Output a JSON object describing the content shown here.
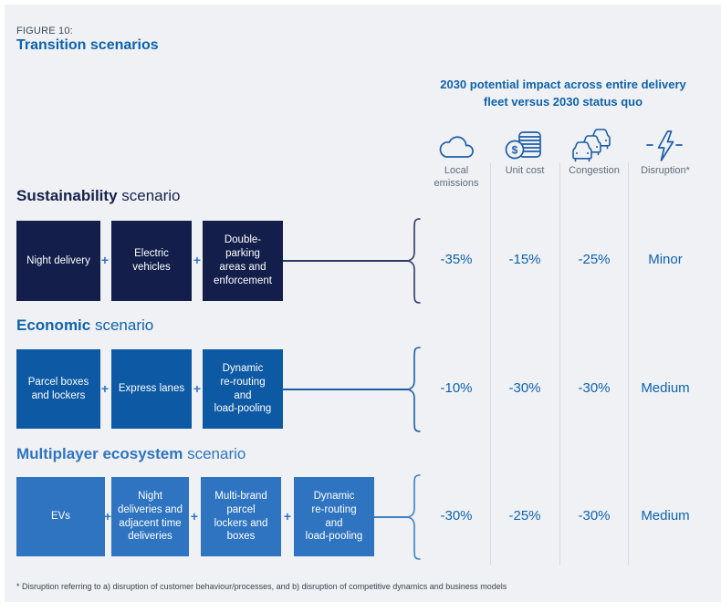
{
  "figure": {
    "label": "FIGURE 10:",
    "title": "Transition scenarios"
  },
  "impact_header": {
    "title": "2030 potential impact across entire delivery\nfleet versus 2030 status quo"
  },
  "columns": [
    {
      "icon": "cloud-icon",
      "label": "Local\nemissions"
    },
    {
      "icon": "coins-icon",
      "label": "Unit cost"
    },
    {
      "icon": "traffic-icon",
      "label": "Congestion"
    },
    {
      "icon": "lightning-icon",
      "label": "Disruption*"
    }
  ],
  "plus_sign": "+",
  "dollar_sign": "$",
  "scenarios": [
    {
      "name_bold": "Sustainability",
      "name_rest": " scenario",
      "boxes": [
        "Night delivery",
        "Electric\nvehicles",
        "Double-\nparking\nareas and\nenforcement"
      ],
      "values": [
        "-35%",
        "-15%",
        "-25%",
        "Minor"
      ]
    },
    {
      "name_bold": "Economic",
      "name_rest": " scenario",
      "boxes": [
        "Parcel boxes\nand lockers",
        "Express lanes",
        "Dynamic\nre-routing\nand\nload-pooling"
      ],
      "values": [
        "-10%",
        "-30%",
        "-30%",
        "Medium"
      ]
    },
    {
      "name_bold": "Multiplayer ecosystem",
      "name_rest": " scenario",
      "boxes": [
        "EVs",
        "Night\ndeliveries and\nadjacent time\ndeliveries",
        "Multi-brand\nparcel\nlockers and\nboxes",
        "Dynamic\nre-routing\nand\nload-pooling"
      ],
      "values": [
        "-30%",
        "-25%",
        "-30%",
        "Medium"
      ]
    }
  ],
  "footnote": "* Disruption referring to a) disruption of customer behaviour/processes, and b) disruption of competitive dynamics and business models",
  "colors": {
    "background_panel": "#eff1f4",
    "accent_blue": "#0f63ab",
    "navy_box": "#131f4a",
    "mid_blue_box": "#0e59a4",
    "light_blue_box": "#2e74c0",
    "icon_stroke": "#1d5ea8",
    "label_gray": "#5f6d7c",
    "divider": "#d8dce2"
  }
}
